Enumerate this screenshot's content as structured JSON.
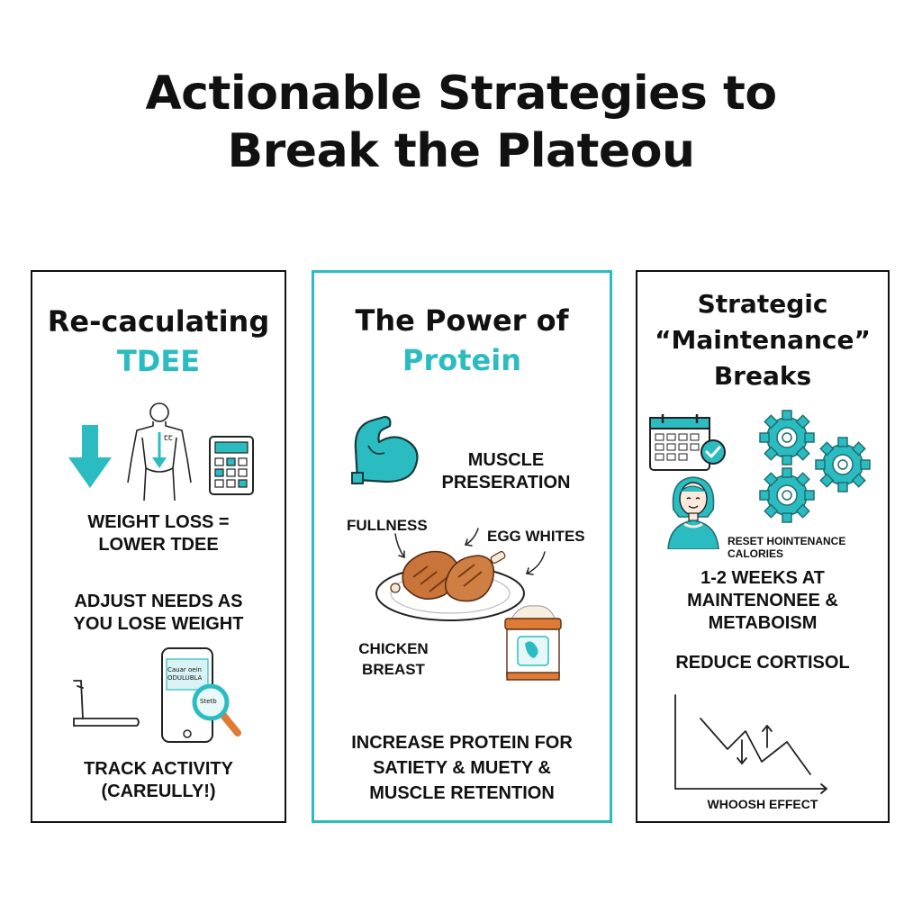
{
  "header": {
    "title_line1": "Actionable Strategies to",
    "title_line2": "Break the Plateou"
  },
  "colors": {
    "accent": "#2bbcc1",
    "ink": "#111111",
    "chicken": "#c9743a",
    "tub_lid": "#e07b35"
  },
  "panel1": {
    "title_line1": "Re-caculating",
    "title_line2": "TDEE",
    "label_weight_loss_1": "WEIGHT LOSS =",
    "label_weight_loss_2": "LOWER TDEE",
    "label_adjust_1": "ADJUST NEEDS AS",
    "label_adjust_2": "YOU LOSE WEIGHT",
    "label_track_1": "TRACK ACTIVITY",
    "label_track_2": "(CAREULLY!)",
    "phone_text_1": "Cauar oein",
    "phone_text_2": "ODULUBLA",
    "magnifier_text": "Stetb",
    "body_mark": "ꞇꞇ",
    "icons": [
      "down-arrow-icon",
      "human-body-icon",
      "calculator-icon",
      "treadmill-icon",
      "phone-icon",
      "magnifier-icon"
    ]
  },
  "panel2": {
    "title_line1": "The Power of",
    "title_line2": "Protein",
    "label_muscle_1": "MUSCLE",
    "label_muscle_2": "PRESERATION",
    "label_fullness": "FULLNESS",
    "label_egg_whites": "EGG WHITES",
    "label_chicken_1": "CHICKEN",
    "label_chicken_2": "BREAST",
    "label_increase_1": "INCREASE PROTEIN FOR",
    "label_increase_2": "SATIETY & MUETY &",
    "label_increase_3": "MUSCLE RETENTION",
    "icons": [
      "flexed-arm-icon",
      "chicken-plate-icon",
      "protein-tub-icon"
    ]
  },
  "panel3": {
    "title_line1": "Strategic",
    "title_line2": "“Maintenance”",
    "title_line3": "Breaks",
    "label_reset": "RESET HOINTENANCE CALORIES",
    "label_weeks_1": "1-2 WEEKS AT",
    "label_weeks_2": "MAINTENONEE &",
    "label_weeks_3": "METABOISM",
    "label_cortisol": "REDUCE CORTISOL",
    "label_whoosh": "WHOOSH EFFECT",
    "icons": [
      "calendar-check-icon",
      "gears-icon",
      "woman-avatar-icon",
      "whoosh-chart-icon"
    ]
  }
}
